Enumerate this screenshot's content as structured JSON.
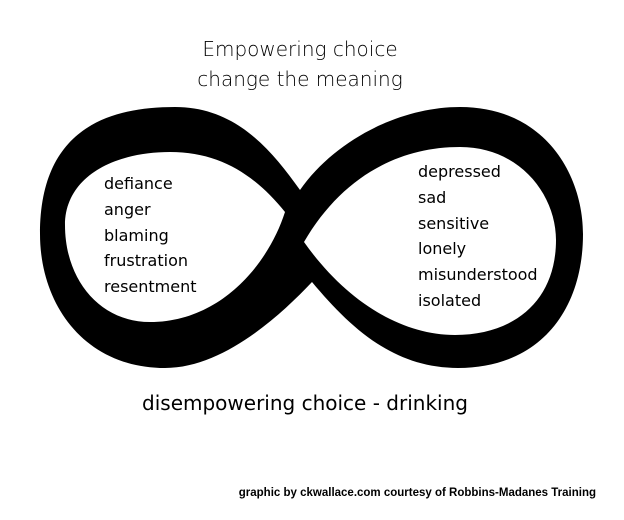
{
  "diagram": {
    "title_line1": "Empowering choice",
    "title_line2": "change the meaning",
    "left_loop_words": [
      "defiance",
      "anger",
      "blaming",
      "frustration",
      "resentment"
    ],
    "right_loop_words": [
      "depressed",
      "sad",
      "sensitive",
      "lonely",
      "misunderstood",
      "isolated"
    ],
    "bottom_label": "disempowering choice - drinking",
    "credit": "graphic by ckwallace.com courtesy of Robbins-Madanes Training",
    "symbol": "infinity-loop",
    "colors": {
      "stroke": "#000000",
      "background": "#ffffff"
    }
  }
}
